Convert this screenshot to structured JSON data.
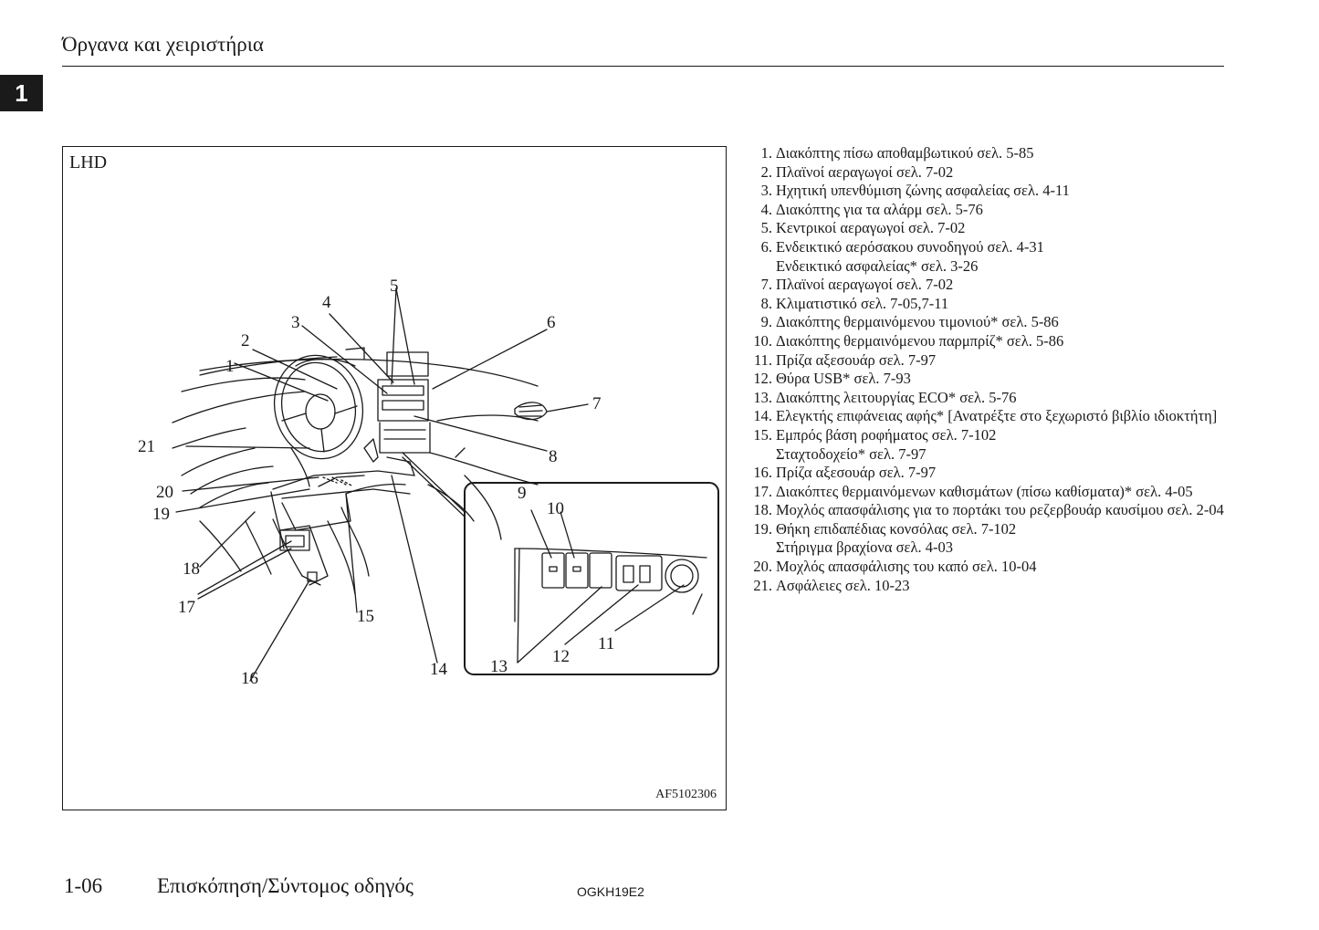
{
  "header": {
    "title": "Όργανα και χειριστήρια",
    "chapter": "1"
  },
  "figure": {
    "label": "LHD",
    "code": "AF5102306",
    "callouts": [
      "1",
      "2",
      "3",
      "4",
      "5",
      "6",
      "7",
      "8",
      "9",
      "10",
      "11",
      "12",
      "13",
      "14",
      "15",
      "16",
      "17",
      "18",
      "19",
      "20",
      "21"
    ]
  },
  "legend": {
    "items": [
      {
        "num": "1.",
        "text": "Διακόπτης πίσω αποθαμβωτικού σελ. 5-85"
      },
      {
        "num": "2.",
        "text": "Πλαϊνοί αεραγωγοί σελ. 7-02"
      },
      {
        "num": "3.",
        "text": "Ηχητική υπενθύμιση ζώνης ασφαλείας σελ. 4-11"
      },
      {
        "num": "4.",
        "text": "Διακόπτης για τα αλάρμ σελ. 5-76"
      },
      {
        "num": "5.",
        "text": "Κεντρικοί αεραγωγοί σελ. 7-02"
      },
      {
        "num": "6.",
        "text": "Ενδεικτικό αερόσακου συνοδηγού σελ. 4-31",
        "sub": [
          "Ενδεικτικό ασφαλείας* σελ. 3-26"
        ]
      },
      {
        "num": "7.",
        "text": "Πλαϊνοί αεραγωγοί σελ. 7-02"
      },
      {
        "num": "8.",
        "text": "Κλιματιστικό σελ. 7-05,7-11"
      },
      {
        "num": "9.",
        "text": "Διακόπτης θερμαινόμενου τιμονιού* σελ. 5-86"
      },
      {
        "num": "10.",
        "text": "Διακόπτης θερμαινόμενου παρμπρίζ* σελ. 5-86"
      },
      {
        "num": "11.",
        "text": "Πρίζα αξεσουάρ σελ. 7-97"
      },
      {
        "num": "12.",
        "text": "Θύρα USB* σελ. 7-93"
      },
      {
        "num": "13.",
        "text": "Διακόπτης λειτουργίας ECO* σελ. 5-76"
      },
      {
        "num": "14.",
        "text": "Ελεγκτής επιφάνειας αφής* [Ανατρέξτε στο ξεχωριστό βιβλίο ιδιοκτήτη]"
      },
      {
        "num": "15.",
        "text": "Εμπρός βάση ροφήματος σελ. 7-102",
        "sub": [
          "Σταχτοδοχείο* σελ. 7-97"
        ]
      },
      {
        "num": "16.",
        "text": "Πρίζα αξεσουάρ σελ. 7-97"
      },
      {
        "num": "17.",
        "text": "Διακόπτες θερμαινόμενων καθισμάτων (πίσω καθίσματα)* σελ. 4-05"
      },
      {
        "num": "18.",
        "text": "Μοχλός απασφάλισης για το πορτάκι του ρεζερβουάρ καυσίμου σελ. 2-04"
      },
      {
        "num": "19.",
        "text": "Θήκη επιδαπέδιας κονσόλας σελ. 7-102",
        "sub": [
          "Στήριγμα βραχίονα σελ. 4-03"
        ]
      },
      {
        "num": "20.",
        "text": "Μοχλός απασφάλισης του καπό σελ. 10-04"
      },
      {
        "num": "21.",
        "text": "Ασφάλειες σελ. 10-23"
      }
    ]
  },
  "footer": {
    "page": "1-06",
    "section": "Επισκόπηση/Σύντομος οδηγός",
    "code": "OGKH19E2"
  }
}
